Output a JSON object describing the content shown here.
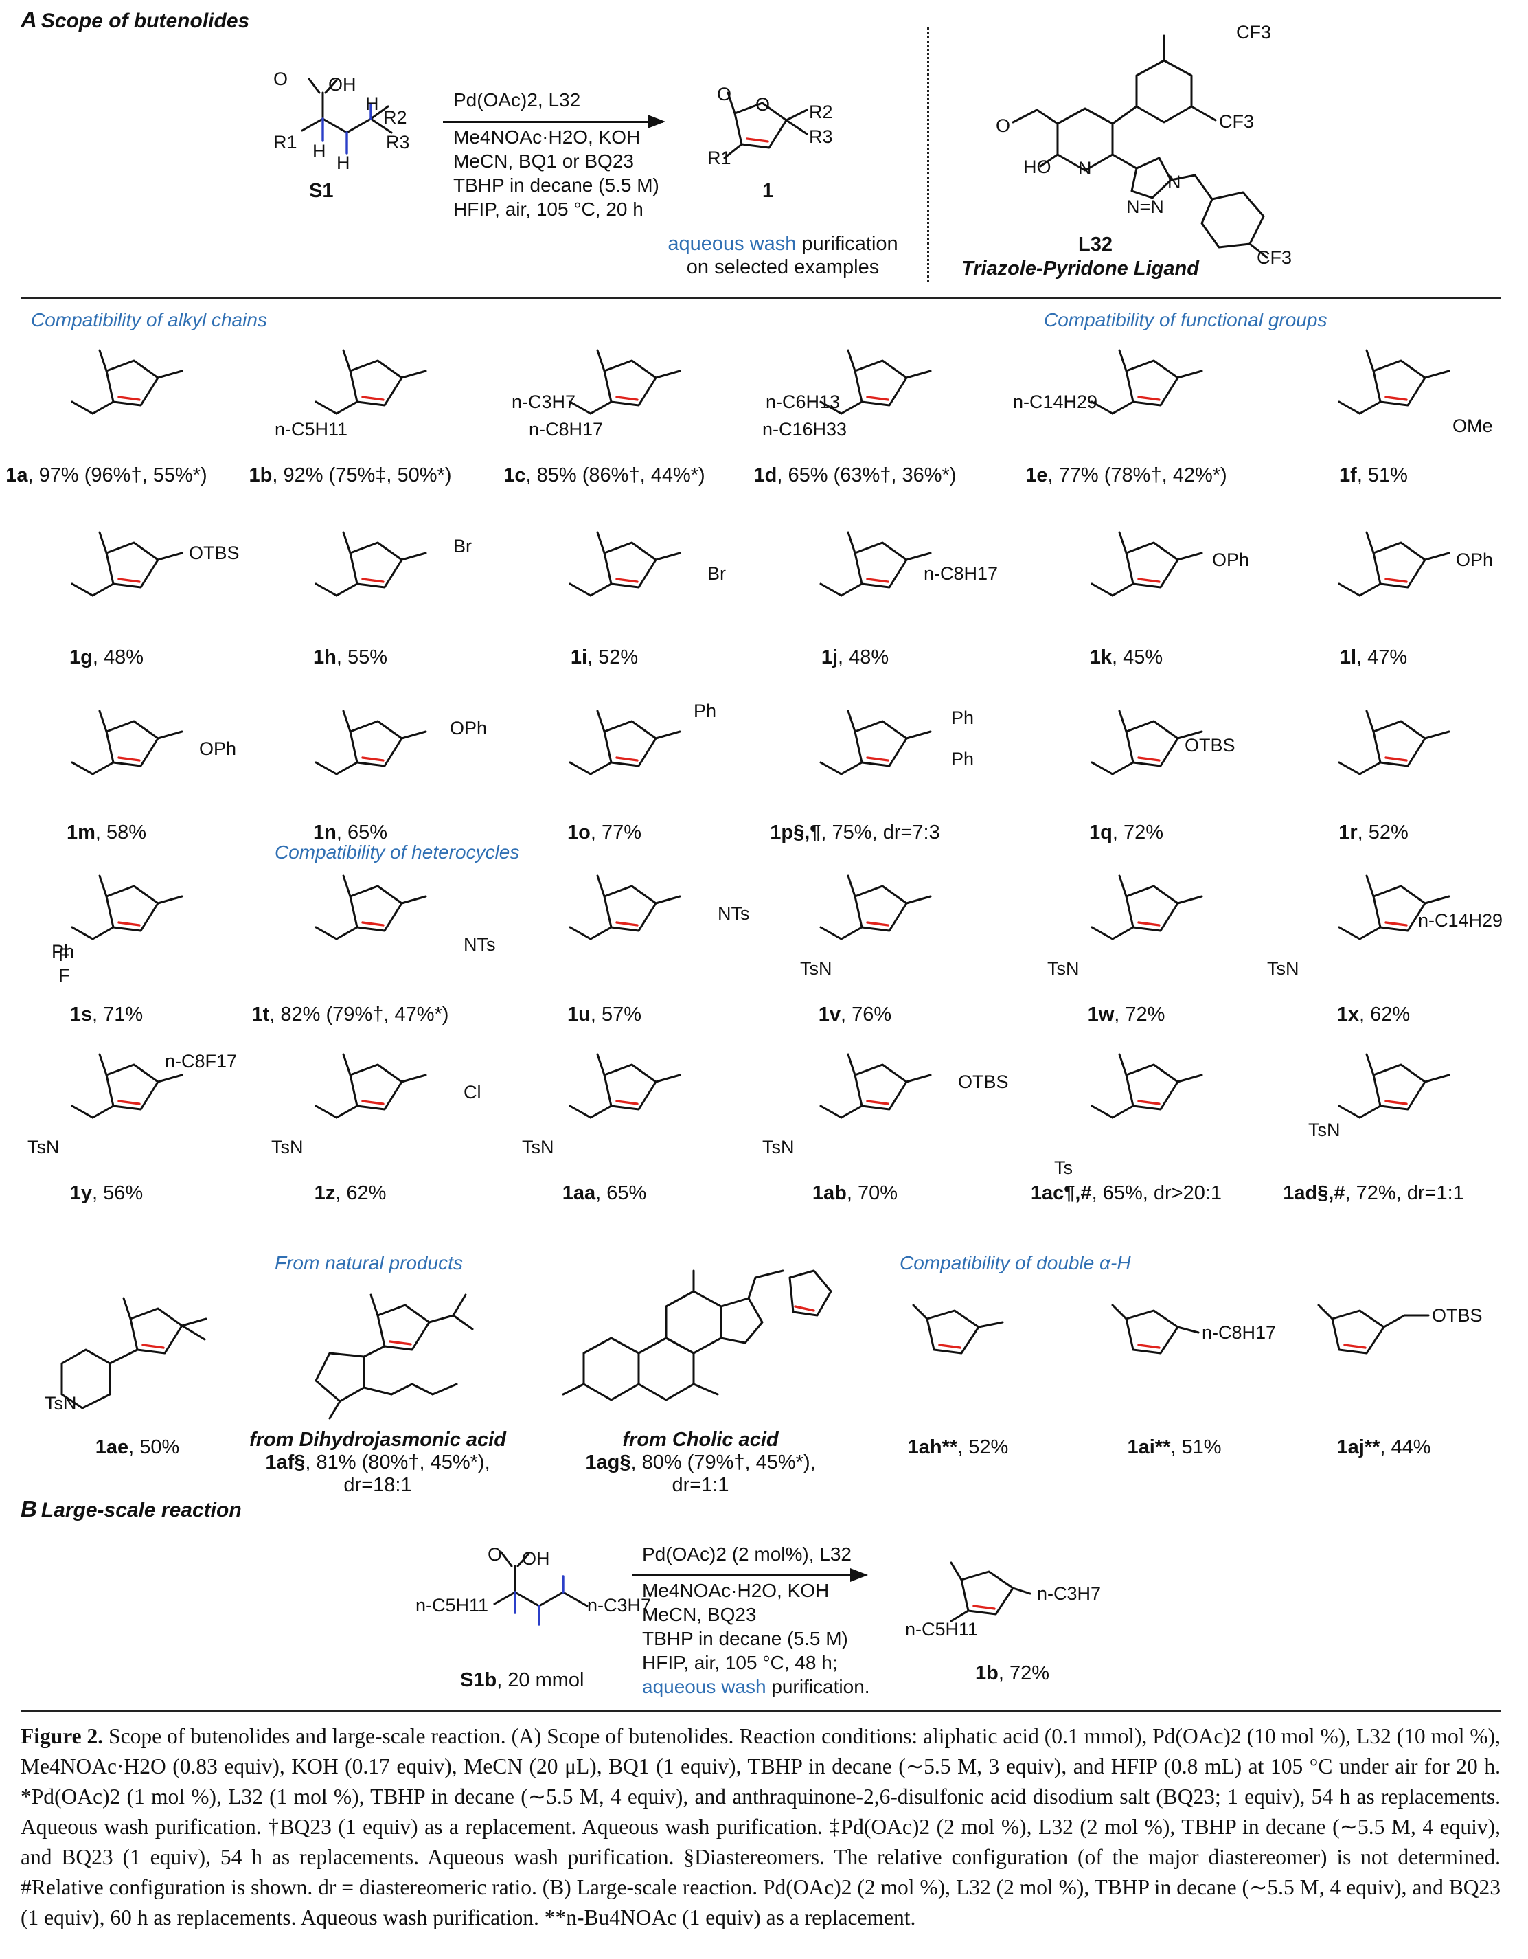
{
  "section_a": {
    "letter": "A",
    "title": "Scope of butenolides"
  },
  "section_b": {
    "letter": "B",
    "title": "Large-scale reaction"
  },
  "scheme_a": {
    "substrate_label": "S1",
    "product_label": "1",
    "conditions": [
      "Pd(OAc)2, L32",
      "Me4NOAc·H2O, KOH",
      "MeCN, BQ1 or BQ23",
      "TBHP in decane (5.5 M)",
      "HFIP, air, 105 °C, 20 h"
    ],
    "note_blue": "aqueous wash",
    "note_rest": "purification",
    "note_line2": "on selected examples",
    "ligand_label": "L32",
    "ligand_name": "Triazole-Pyridone Ligand"
  },
  "categories": {
    "alkyl": "Compatibility of alkyl chains",
    "functional": "Compatibility of functional groups",
    "heterocycles": "Compatibility of heterocycles",
    "natural": "From natural products",
    "double": "Compatibility of double α-H"
  },
  "rows": [
    [
      {
        "id": "1a",
        "text": ", 97% (96%†, 55%*)"
      },
      {
        "id": "1b",
        "text": ", 92% (75%‡, 50%*)"
      },
      {
        "id": "1c",
        "text": ", 85% (86%†, 44%*)"
      },
      {
        "id": "1d",
        "text": ", 65% (63%†, 36%*)"
      },
      {
        "id": "1e",
        "text": ", 77% (78%†, 42%*)"
      },
      {
        "id": "1f",
        "text": ", 51%"
      }
    ],
    [
      {
        "id": "1g",
        "text": ", 48%"
      },
      {
        "id": "1h",
        "text": ", 55%"
      },
      {
        "id": "1i",
        "text": ", 52%"
      },
      {
        "id": "1j",
        "text": ", 48%"
      },
      {
        "id": "1k",
        "text": ", 45%"
      },
      {
        "id": "1l",
        "text": ", 47%"
      }
    ],
    [
      {
        "id": "1m",
        "text": ", 58%"
      },
      {
        "id": "1n",
        "text": ", 65%"
      },
      {
        "id": "1o",
        "text": ", 77%"
      },
      {
        "id": "1p§,¶",
        "text": ", 75%, dr=7:3"
      },
      {
        "id": "1q",
        "text": ", 72%"
      },
      {
        "id": "1r",
        "text": ", 52%"
      }
    ],
    [
      {
        "id": "1s",
        "text": ", 71%"
      },
      {
        "id": "1t",
        "text": ", 82% (79%†, 47%*)"
      },
      {
        "id": "1u",
        "text": ", 57%"
      },
      {
        "id": "1v",
        "text": ", 76%"
      },
      {
        "id": "1w",
        "text": ", 72%"
      },
      {
        "id": "1x",
        "text": ", 62%"
      }
    ],
    [
      {
        "id": "1y",
        "text": ", 56%"
      },
      {
        "id": "1z",
        "text": ", 62%"
      },
      {
        "id": "1aa",
        "text": ", 65%"
      },
      {
        "id": "1ab",
        "text": ", 70%"
      },
      {
        "id": "1ac¶,#",
        "text": ", 65%, dr>20:1"
      },
      {
        "id": "1ad§,#",
        "text": ", 72%, dr=1:1"
      }
    ]
  ],
  "natural_row": {
    "ae": {
      "id": "1ae",
      "text": ", 50%"
    },
    "af": {
      "source": "from Dihydrojasmonic acid",
      "id": "1af§",
      "text": ", 81% (80%†, 45%*),",
      "dr": "dr=18:1"
    },
    "ag": {
      "source": "from Cholic acid",
      "id": "1ag§",
      "text": ", 80% (79%†, 45%*),",
      "dr": "dr=1:1"
    },
    "ah": {
      "id": "1ah**",
      "text": ", 52%"
    },
    "ai": {
      "id": "1ai**",
      "text": ", 51%"
    },
    "aj": {
      "id": "1aj**",
      "text": ", 44%"
    }
  },
  "fragments": {
    "cf3": "CF3",
    "ho": "HO",
    "n": "N",
    "oh": "OH",
    "otbs": "OTBS",
    "oph": "OPh",
    "br": "Br",
    "ph": "Ph",
    "nts": "NTs",
    "tsn": "TsN",
    "ts": "Ts",
    "cl": "Cl",
    "f": "F",
    "ome": "OMe",
    "h": "H",
    "r1": "R1",
    "r2": "R2",
    "r3": "R3",
    "c3h7": "n-C3H7",
    "c5h11": "n-C5H11",
    "c6h13": "n-C6H13",
    "c8h17": "n-C8H17",
    "c14h29": "n-C14H29",
    "c16h33": "n-C16H33",
    "c8f17": "n-C8F17"
  },
  "scheme_b": {
    "substrate_label": "S1b",
    "substrate_amount": ", 20 mmol",
    "product_label": "1b",
    "product_yield": ", 72%",
    "conditions": [
      "Pd(OAc)2 (2 mol%), L32",
      "Me4NOAc·H2O, KOH",
      "MeCN, BQ23",
      "TBHP in decane (5.5 M)",
      "HFIP, air, 105 °C, 48 h;"
    ],
    "last_blue": "aqueous wash",
    "last_rest": " purification."
  },
  "caption": {
    "fig": "Figure 2.",
    "text": " Scope of butenolides and large-scale reaction. (A) Scope of butenolides. Reaction conditions: aliphatic acid (0.1 mmol), Pd(OAc)2 (10 mol %), L32 (10 mol %), Me4NOAc·H2O (0.83 equiv), KOH (0.17 equiv), MeCN (20 μL), BQ1 (1 equiv), TBHP in decane (∼5.5 M, 3 equiv), and HFIP (0.8 mL) at 105 °C under air for 20 h. *Pd(OAc)2 (1 mol %), L32 (1 mol %), TBHP in decane (∼5.5 M, 4 equiv), and anthraquinone-2,6-disulfonic acid disodium salt (BQ23; 1 equiv), 54 h as replacements. Aqueous wash purification. †BQ23 (1 equiv) as a replacement. Aqueous wash purification. ‡Pd(OAc)2 (2 mol %), L32 (2 mol %), TBHP in decane (∼5.5 M, 4 equiv), and BQ23 (1 equiv), 54 h as replacements. Aqueous wash purification. §Diastereomers. The relative configuration (of the major diastereomer) is not determined. #Relative configuration is shown. dr = diastereomeric ratio. (B) Large-scale reaction. Pd(OAc)2 (2 mol %), L32 (2 mol %), TBHP in decane (∼5.5 M, 4 equiv), and BQ23 (1 equiv), 60 h as replacements. Aqueous wash purification. **n-Bu4NOAc (1 equiv) as a replacement."
  }
}
